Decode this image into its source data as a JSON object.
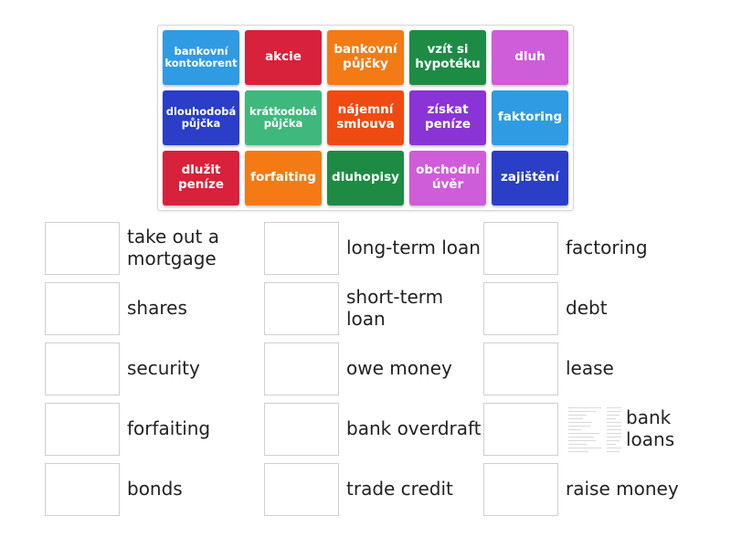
{
  "tiles": [
    {
      "label": "bankovní kontokorent",
      "color": "#2f9be3",
      "size": "s"
    },
    {
      "label": "akcie",
      "color": "#d8213a",
      "size": "m"
    },
    {
      "label": "bankovní půjčky",
      "color": "#f47a16",
      "size": "m"
    },
    {
      "label": "vzít si hypotéku",
      "color": "#1e8b45",
      "size": "m"
    },
    {
      "label": "dluh",
      "color": "#cf5cd9",
      "size": "m"
    },
    {
      "label": "dlouhodobá půjčka",
      "color": "#2a3ec8",
      "size": "s"
    },
    {
      "label": "krátkodobá půjčka",
      "color": "#3fb87d",
      "size": "s"
    },
    {
      "label": "nájemní smlouva",
      "color": "#ef4a12",
      "size": "m"
    },
    {
      "label": "získat peníze",
      "color": "#8a33d6",
      "size": "m"
    },
    {
      "label": "faktoring",
      "color": "#2f9be3",
      "size": "m"
    },
    {
      "label": "dlužit peníze",
      "color": "#d8213a",
      "size": "m"
    },
    {
      "label": "forfaiting",
      "color": "#f47a16",
      "size": "m"
    },
    {
      "label": "dluhopisy",
      "color": "#1e8b45",
      "size": "m"
    },
    {
      "label": "obchodní úvěr",
      "color": "#cf5cd9",
      "size": "m"
    },
    {
      "label": "zajištění",
      "color": "#2a3ec8",
      "size": "m"
    }
  ],
  "targets": [
    {
      "label": "take out a mortgage"
    },
    {
      "label": "long-term loan"
    },
    {
      "label": "factoring"
    },
    {
      "label": "shares"
    },
    {
      "label": "short-term loan"
    },
    {
      "label": "debt"
    },
    {
      "label": "security"
    },
    {
      "label": "owe money"
    },
    {
      "label": "lease"
    },
    {
      "label": "forfaiting"
    },
    {
      "label": "bank overdraft"
    },
    {
      "label": "bank loans",
      "has_thumbnail": true
    },
    {
      "label": "bonds"
    },
    {
      "label": "trade credit"
    },
    {
      "label": "raise money"
    }
  ]
}
